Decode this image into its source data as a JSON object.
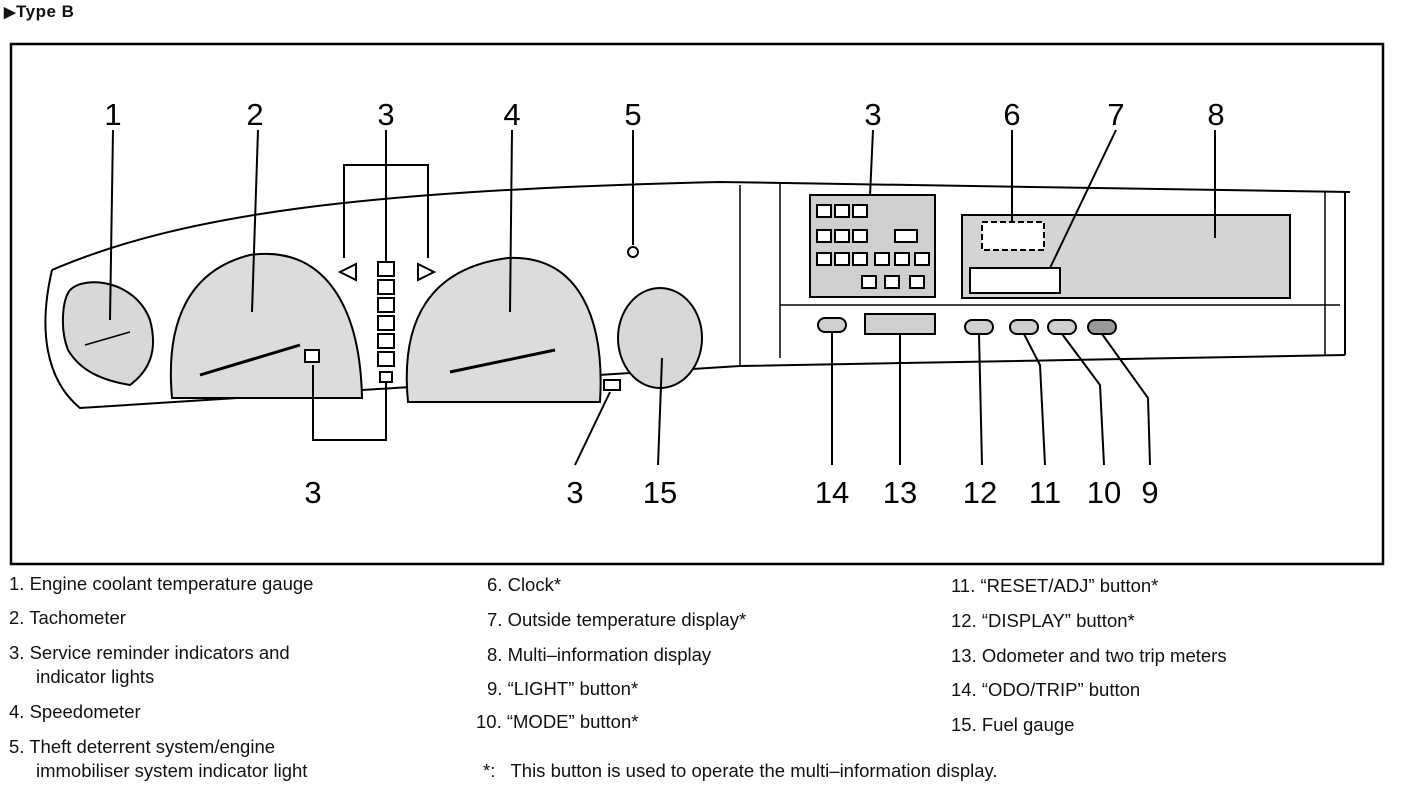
{
  "header": {
    "marker": "▶",
    "title": "Type B"
  },
  "callouts": [
    "1",
    "2",
    "3",
    "4",
    "5",
    "3",
    "6",
    "7",
    "8",
    "3",
    "3",
    "15",
    "14",
    "13",
    "12",
    "11",
    "10",
    "9"
  ],
  "legend": [
    {
      "num": "1.",
      "text": "Engine coolant temperature gauge",
      "cont": ""
    },
    {
      "num": "2.",
      "text": "Tachometer",
      "cont": ""
    },
    {
      "num": "3.",
      "text": "Service reminder indicators and",
      "cont": "indicator lights"
    },
    {
      "num": "4.",
      "text": "Speedometer",
      "cont": ""
    },
    {
      "num": "5.",
      "text": "Theft deterrent system/engine",
      "cont": "immobiliser system indicator light"
    },
    {
      "num": "6.",
      "text": "Clock*",
      "cont": ""
    },
    {
      "num": "7.",
      "text": "Outside temperature display*",
      "cont": ""
    },
    {
      "num": "8.",
      "text": "Multi–information display",
      "cont": ""
    },
    {
      "num": "9.",
      "text": "“LIGHT” button*",
      "cont": ""
    },
    {
      "num": "10.",
      "text": "“MODE” button*",
      "cont": ""
    },
    {
      "num": "11.",
      "text": "“RESET/ADJ” button*",
      "cont": ""
    },
    {
      "num": "12.",
      "text": "“DISPLAY” button*",
      "cont": ""
    },
    {
      "num": "13.",
      "text": "Odometer and two trip meters",
      "cont": ""
    },
    {
      "num": "14.",
      "text": "“ODO/TRIP” button",
      "cont": ""
    },
    {
      "num": "15.",
      "text": "Fuel gauge",
      "cont": ""
    }
  ],
  "footnote": {
    "mark": "*:",
    "text": "This button is used to operate the multi–information display."
  }
}
